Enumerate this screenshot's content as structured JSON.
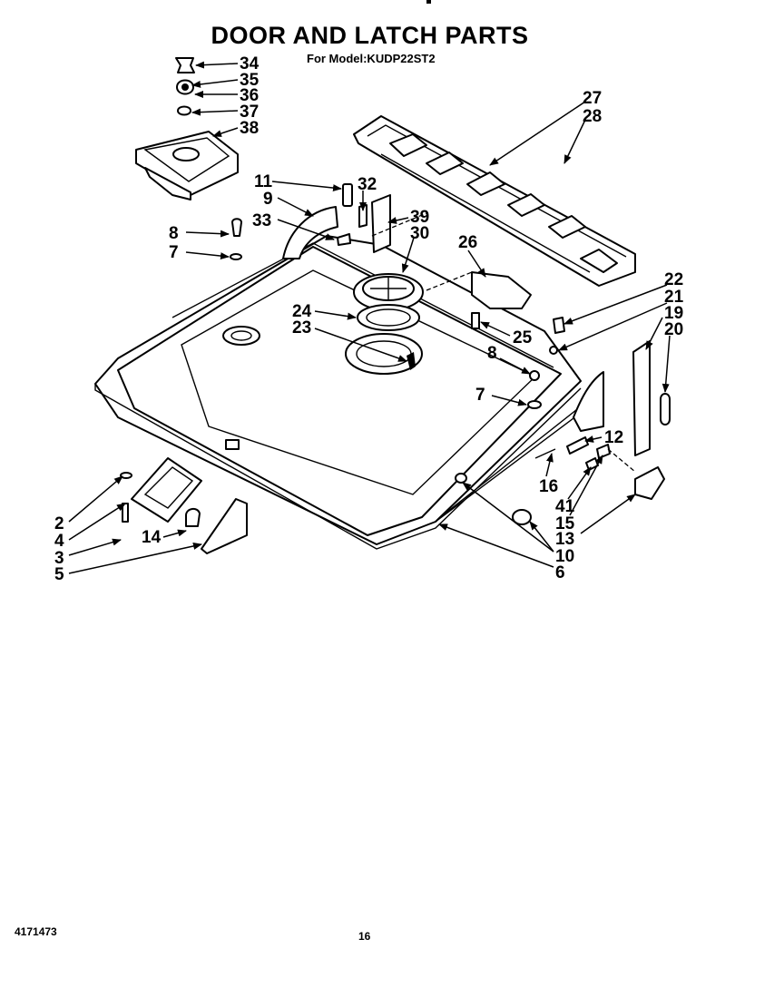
{
  "title": "DOOR AND LATCH PARTS",
  "subtitle": "For Model:KUDP22ST2",
  "footer": {
    "id": "4171473",
    "page": "16"
  },
  "callouts": {
    "c34": "34",
    "c35": "35",
    "c36": "36",
    "c37": "37",
    "c38": "38",
    "c27": "27",
    "c28": "28",
    "c11": "11",
    "c9": "9",
    "c32": "32",
    "c33": "33",
    "c39": "39",
    "c30": "30",
    "c8a": "8",
    "c7a": "7",
    "c26": "26",
    "c22": "22",
    "c21": "21",
    "c19": "19",
    "c20": "20",
    "c24": "24",
    "c23": "23",
    "c25": "25",
    "c8b": "8",
    "c7b": "7",
    "c12": "12",
    "c16": "16",
    "c41": "41",
    "c15": "15",
    "c13": "13",
    "c2": "2",
    "c4": "4",
    "c3": "3",
    "c5": "5",
    "c14": "14",
    "c10": "10",
    "c6": "6"
  }
}
